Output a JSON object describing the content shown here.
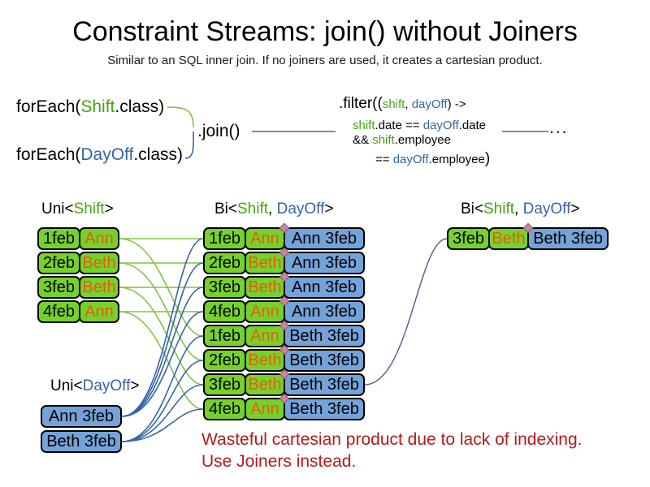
{
  "title": "Constraint Streams: join() without Joiners",
  "subtitle": "Similar to an SQL inner join. If no joiners are used, it creates a cartesian product.",
  "code": {
    "foreach_shift": {
      "a": "forEach(",
      "b": "Shift",
      "c": ".class)"
    },
    "foreach_dayoff": {
      "a": "forEach(",
      "b": "DayOff",
      "c": ".class)"
    },
    "join_label": ".join()",
    "filter_l1": {
      "a": ".filter((",
      "b": "shift",
      "c": ", ",
      "d": "dayOff",
      "e": ") ->"
    },
    "filter_l2": {
      "a": "shift",
      "b": ".date == ",
      "c": "dayOff",
      "d": ".date"
    },
    "filter_l3": {
      "a": "&& ",
      "b": "shift",
      "c": ".employee"
    },
    "filter_l4": {
      "a": "== ",
      "b": "dayOff",
      "c": ".employee",
      "d": ")"
    },
    "ellipsis": "..."
  },
  "labels": {
    "uni_shift": {
      "a": "Uni<",
      "b": "Shift",
      "c": ">"
    },
    "bi_mid": {
      "a": "Bi<",
      "b": "Shift",
      "c": ", ",
      "d": "DayOff",
      "e": ">"
    },
    "bi_right": {
      "a": "Bi<",
      "b": "Shift",
      "c": ", ",
      "d": "DayOff",
      "e": ">"
    },
    "uni_dayoff": {
      "a": "Uni<",
      "b": "DayOff",
      "c": ">"
    }
  },
  "uni_shift_rows": [
    {
      "date": "1feb",
      "name": "Ann"
    },
    {
      "date": "2feb",
      "name": "Beth"
    },
    {
      "date": "3feb",
      "name": "Beth"
    },
    {
      "date": "4feb",
      "name": "Ann"
    }
  ],
  "bi_rows": [
    {
      "date": "1feb",
      "name": "Ann",
      "dayoff": "Ann 3feb"
    },
    {
      "date": "2feb",
      "name": "Beth",
      "dayoff": "Ann 3feb"
    },
    {
      "date": "3feb",
      "name": "Beth",
      "dayoff": "Ann 3feb"
    },
    {
      "date": "4feb",
      "name": "Ann",
      "dayoff": "Ann 3feb"
    },
    {
      "date": "1feb",
      "name": "Ann",
      "dayoff": "Beth 3feb"
    },
    {
      "date": "2feb",
      "name": "Beth",
      "dayoff": "Beth 3feb"
    },
    {
      "date": "3feb",
      "name": "Beth",
      "dayoff": "Beth 3feb"
    },
    {
      "date": "4feb",
      "name": "Ann",
      "dayoff": "Beth 3feb"
    }
  ],
  "bi_right_rows": [
    {
      "date": "3feb",
      "name": "Beth",
      "dayoff": "Beth 3feb"
    }
  ],
  "uni_dayoff_rows": [
    {
      "label": "Ann 3feb"
    },
    {
      "label": "Beth 3feb"
    }
  ],
  "warning_line1": "Wasteful cartesian product due to lack of indexing.",
  "warning_line2": "Use Joiners instead.",
  "colors": {
    "green_box": "#76d22b",
    "blue_box": "#74a3d9",
    "green_text": "#46a512",
    "blue_text": "#3465a4",
    "orange_text": "#e55c10",
    "green_line": "#82c341",
    "blue_line": "#3465a4",
    "purple_line": "#73568f",
    "red_text": "#b21b1b",
    "diamond": "#c9879b"
  },
  "connections": [
    {
      "from": "us0",
      "to": "bi0",
      "color": "green"
    },
    {
      "from": "us1",
      "to": "bi1",
      "color": "green"
    },
    {
      "from": "us2",
      "to": "bi2",
      "color": "green"
    },
    {
      "from": "us3",
      "to": "bi3",
      "color": "green"
    },
    {
      "from": "us0",
      "to": "bi4",
      "color": "green"
    },
    {
      "from": "us1",
      "to": "bi5",
      "color": "green"
    },
    {
      "from": "us2",
      "to": "bi6",
      "color": "green"
    },
    {
      "from": "us3",
      "to": "bi7",
      "color": "green"
    },
    {
      "from": "ud0",
      "to": "bi0",
      "color": "blue"
    },
    {
      "from": "ud0",
      "to": "bi1",
      "color": "blue"
    },
    {
      "from": "ud0",
      "to": "bi2",
      "color": "blue"
    },
    {
      "from": "ud0",
      "to": "bi3",
      "color": "blue"
    },
    {
      "from": "ud1",
      "to": "bi4",
      "color": "blue"
    },
    {
      "from": "ud1",
      "to": "bi5",
      "color": "blue"
    },
    {
      "from": "ud1",
      "to": "bi6",
      "color": "blue"
    },
    {
      "from": "ud1",
      "to": "bi7",
      "color": "blue"
    },
    {
      "from": "bi6",
      "to": "br0",
      "color": "purple"
    }
  ]
}
